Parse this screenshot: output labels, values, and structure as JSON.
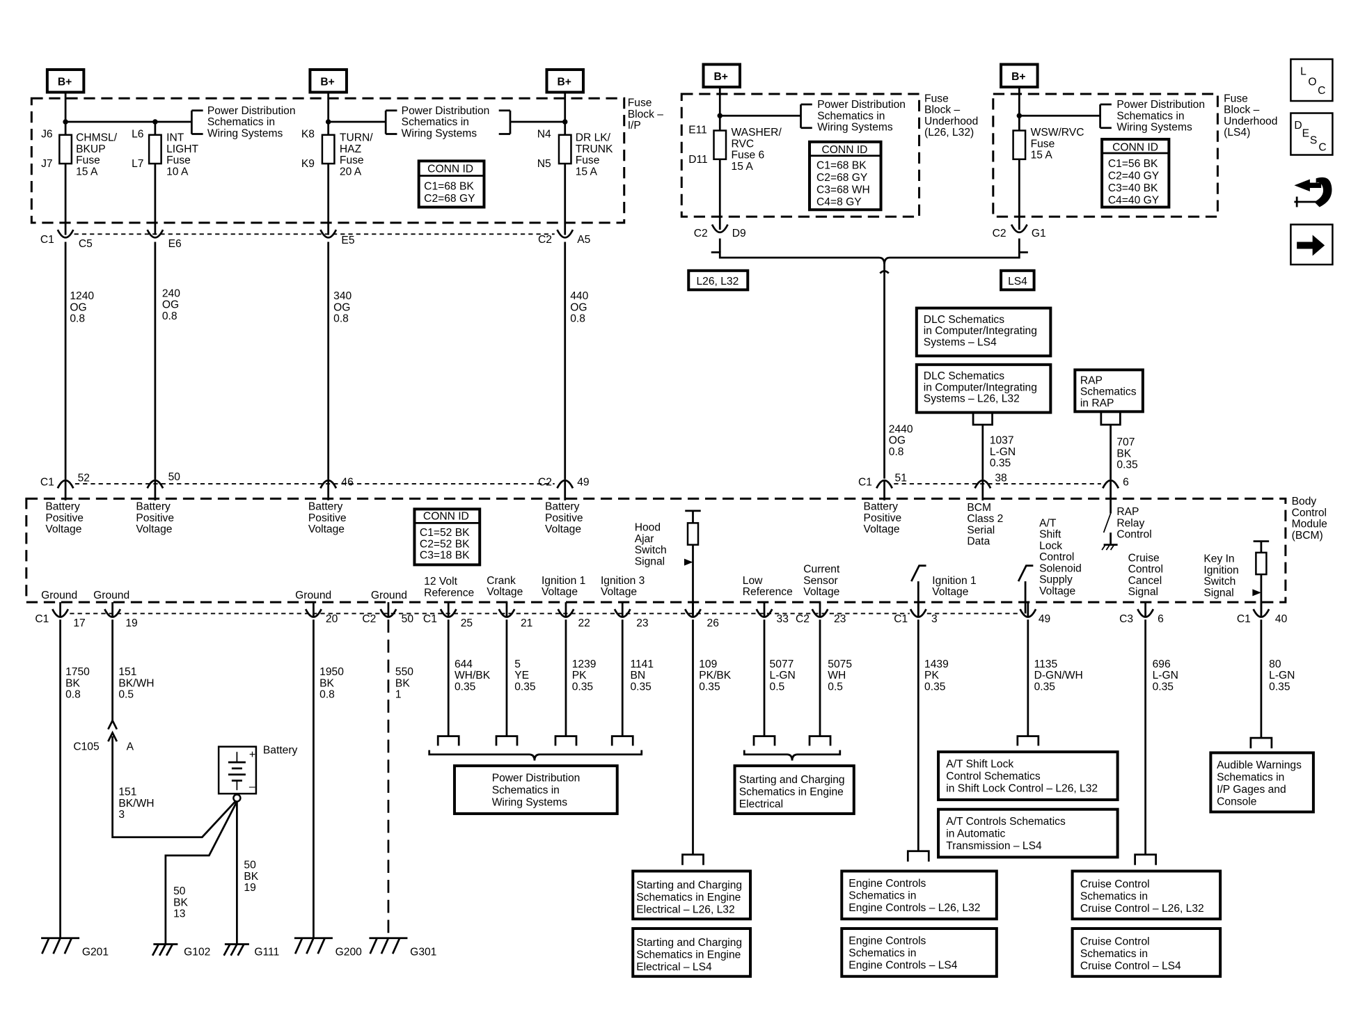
{
  "bplus": "B+",
  "side_icons": {
    "loc": [
      "L",
      "O",
      "C"
    ],
    "desc": [
      "D",
      "E",
      "S",
      "C"
    ]
  },
  "fuse_block_ip": {
    "label": [
      "Fuse",
      "Block –",
      "I/P"
    ],
    "power_dist_ref": [
      "Power Distribution",
      "Schematics in",
      "Wiring Systems"
    ],
    "conn_id": {
      "title": "CONN ID",
      "lines": [
        "C1=68 BK",
        "C2=68 GY"
      ]
    },
    "fuses": [
      {
        "top": "J6",
        "bot": "J7",
        "name": [
          "CHMSL/",
          "BKUP",
          "Fuse",
          "15 A"
        ]
      },
      {
        "top": "L6",
        "bot": "L7",
        "name": [
          "INT",
          "LIGHT",
          "Fuse",
          "10 A"
        ]
      },
      {
        "top": "K8",
        "bot": "K9",
        "name": [
          "TURN/",
          "HAZ",
          "Fuse",
          "20 A"
        ]
      },
      {
        "top": "N4",
        "bot": "N5",
        "name": [
          "DR LK/",
          "TRUNK",
          "Fuse",
          "15 A"
        ]
      }
    ]
  },
  "fuse_block_uh1": {
    "label": [
      "Fuse",
      "Block –",
      "Underhood",
      "(L26, L32)"
    ],
    "power_dist_ref": [
      "Power Distribution",
      "Schematics in",
      "Wiring Systems"
    ],
    "pins": [
      "E11",
      "D11"
    ],
    "fuse": [
      "WASHER/",
      "RVC",
      "Fuse 6",
      "15 A"
    ],
    "conn_id": {
      "title": "CONN ID",
      "lines": [
        "C1=68 BK",
        "C2=68 GY",
        "C3=68 WH",
        "C4=8 GY"
      ]
    },
    "connector": [
      "C2",
      "D9"
    ],
    "tag": "L26, L32"
  },
  "fuse_block_uh2": {
    "label": [
      "Fuse",
      "Block –",
      "Underhood",
      "(LS4)"
    ],
    "power_dist_ref": [
      "Power Distribution",
      "Schematics in",
      "Wiring Systems"
    ],
    "fuse": [
      "WSW/RVC",
      "Fuse",
      "15 A"
    ],
    "conn_id": {
      "title": "CONN ID",
      "lines": [
        "C1=56 BK",
        "C2=40 GY",
        "C3=40 BK",
        "C4=40 GY"
      ]
    },
    "connector": [
      "C2",
      "G1"
    ],
    "tag": "LS4"
  },
  "upper_connectors": [
    {
      "c": "C1",
      "p": "C5"
    },
    {
      "c": "",
      "p": "E6"
    },
    {
      "c": "",
      "p": "E5"
    },
    {
      "c": "C2",
      "p": "A5"
    }
  ],
  "upper_wires": [
    [
      "1240",
      "OG",
      "0.8"
    ],
    [
      "240",
      "OG",
      "0.8"
    ],
    [
      "340",
      "OG",
      "0.8"
    ],
    [
      "440",
      "OG",
      "0.8"
    ]
  ],
  "refs": {
    "dlc_ls4": [
      "DLC Schematics",
      "in Computer/Integrating",
      "Systems – LS4"
    ],
    "dlc_l26": [
      "DLC Schematics",
      "in Computer/Integrating",
      "Systems – L26, L32"
    ],
    "rap": [
      "RAP",
      "Schematics",
      "in RAP"
    ]
  },
  "wire_2440": [
    "2440",
    "OG",
    "0.8"
  ],
  "wire_1037": [
    "1037",
    "L-GN",
    "0.35"
  ],
  "wire_707": [
    "707",
    "BK",
    "0.35"
  ],
  "bcm": {
    "label": [
      "Body",
      "Control",
      "Module",
      "(BCM)"
    ],
    "conn_id": {
      "title": "CONN ID",
      "lines": [
        "C1=52 BK",
        "C2=52 BK",
        "C3=18 BK"
      ]
    },
    "top_pins": [
      {
        "c": "C1",
        "p": "52",
        "label": [
          "Battery",
          "Positive",
          "Voltage"
        ]
      },
      {
        "c": "",
        "p": "50",
        "label": [
          "Battery",
          "Positive",
          "Voltage"
        ]
      },
      {
        "c": "",
        "p": "46",
        "label": [
          "Battery",
          "Positive",
          "Voltage"
        ]
      },
      {
        "c": "C2",
        "p": "49",
        "label": [
          "Battery",
          "Positive",
          "Voltage"
        ]
      },
      {
        "c": "C1",
        "p": "51",
        "label": [
          "Battery",
          "Positive",
          "Voltage"
        ]
      },
      {
        "c": "",
        "p": "38",
        "label": [
          "BCM",
          "Class 2",
          "Serial",
          "Data"
        ]
      },
      {
        "c": "",
        "p": "6",
        "label": [
          "RAP",
          "Relay",
          "Control"
        ]
      }
    ],
    "hood_ajar": [
      "Hood",
      "Ajar",
      "Switch",
      "Signal"
    ],
    "at_shift": [
      "A/T",
      "Shift",
      "Lock",
      "Control",
      "Solenoid",
      "Supply",
      "Voltage"
    ],
    "key_in": [
      "Key In",
      "Ignition",
      "Switch",
      "Signal"
    ],
    "cruise": [
      "Cruise",
      "Control",
      "Cancel",
      "Signal"
    ],
    "bottom_labels": {
      "gnd1": "Ground",
      "gnd2": "Ground",
      "gnd3": "Ground",
      "gnd4": "Ground",
      "v12": [
        "12 Volt",
        "Reference"
      ],
      "crank": [
        "Crank",
        "Voltage"
      ],
      "ign1": [
        "Ignition 1",
        "Voltage"
      ],
      "ign3": [
        "Ignition 3",
        "Voltage"
      ],
      "lowref": [
        "Low",
        "Reference"
      ],
      "cursens": [
        "Current",
        "Sensor",
        "Voltage"
      ],
      "ign1b": [
        "Ignition 1",
        "Voltage"
      ]
    }
  },
  "bottom_pins": [
    {
      "c": "C1",
      "p": "17"
    },
    {
      "c": "",
      "p": "19"
    },
    {
      "c": "",
      "p": "20"
    },
    {
      "c": "C2",
      "p": "50"
    },
    {
      "c": "C1",
      "p": "25"
    },
    {
      "c": "",
      "p": "21"
    },
    {
      "c": "",
      "p": "22"
    },
    {
      "c": "",
      "p": "23"
    },
    {
      "c": "",
      "p": "26"
    },
    {
      "c": "",
      "p": "33"
    },
    {
      "c": "C2",
      "p": "23"
    },
    {
      "c": "C1",
      "p": "3"
    },
    {
      "c": "",
      "p": "49"
    },
    {
      "c": "C3",
      "p": "6"
    },
    {
      "c": "C1",
      "p": "40"
    }
  ],
  "bottom_wires": {
    "w1750": [
      "1750",
      "BK",
      "0.8"
    ],
    "w151a": [
      "151",
      "BK/WH",
      "0.5"
    ],
    "w151b": [
      "151",
      "BK/WH",
      "3"
    ],
    "w1950": [
      "1950",
      "BK",
      "0.8"
    ],
    "w550": [
      "550",
      "BK",
      "1"
    ],
    "w644": [
      "644",
      "WH/BK",
      "0.35"
    ],
    "w5": [
      "5",
      "YE",
      "0.35"
    ],
    "w1239": [
      "1239",
      "PK",
      "0.35"
    ],
    "w1141": [
      "1141",
      "BN",
      "0.35"
    ],
    "w109": [
      "109",
      "PK/BK",
      "0.35"
    ],
    "w5077": [
      "5077",
      "L-GN",
      "0.5"
    ],
    "w5075": [
      "5075",
      "WH",
      "0.5"
    ],
    "w1439": [
      "1439",
      "PK",
      "0.35"
    ],
    "w1135": [
      "1135",
      "D-GN/WH",
      "0.35"
    ],
    "w696": [
      "696",
      "L-GN",
      "0.35"
    ],
    "w80": [
      "80",
      "L-GN",
      "0.35"
    ],
    "w50a": [
      "50",
      "BK",
      "13"
    ],
    "w50b": [
      "50",
      "BK",
      "19"
    ]
  },
  "c105": [
    "C105",
    "A"
  ],
  "battery": "Battery",
  "grounds": [
    "G201",
    "G102",
    "G111",
    "G200",
    "G301"
  ],
  "bottom_refs": {
    "pwr": [
      "Power Distribution",
      "Schematics in",
      "Wiring Systems"
    ],
    "sc1": [
      "Starting and Charging",
      "Schematics in Engine",
      "Electrical"
    ],
    "sc_l26": [
      "Starting and Charging",
      "Schematics in Engine",
      "Electrical – L26, L32"
    ],
    "sc_ls4": [
      "Starting and Charging",
      "Schematics in Engine",
      "Electrical – LS4"
    ],
    "ec_l26": [
      "Engine Controls",
      "Schematics in",
      "Engine Controls – L26, L32"
    ],
    "ec_ls4": [
      "Engine Controls",
      "Schematics in",
      "Engine Controls – LS4"
    ],
    "at_l26": [
      "A/T Shift Lock",
      "Control Schematics",
      "in Shift Lock Control – L26, L32"
    ],
    "at_ls4": [
      "A/T Controls Schematics",
      "in Automatic",
      "Transmission – LS4"
    ],
    "cc_l26": [
      "Cruise Control",
      "Schematics in",
      "Cruise Control – L26, L32"
    ],
    "cc_ls4": [
      "Cruise Control",
      "Schematics in",
      "Cruise Control – LS4"
    ],
    "aw": [
      "Audible Warnings",
      "Schematics in",
      "I/P Gages and",
      "Console"
    ]
  }
}
